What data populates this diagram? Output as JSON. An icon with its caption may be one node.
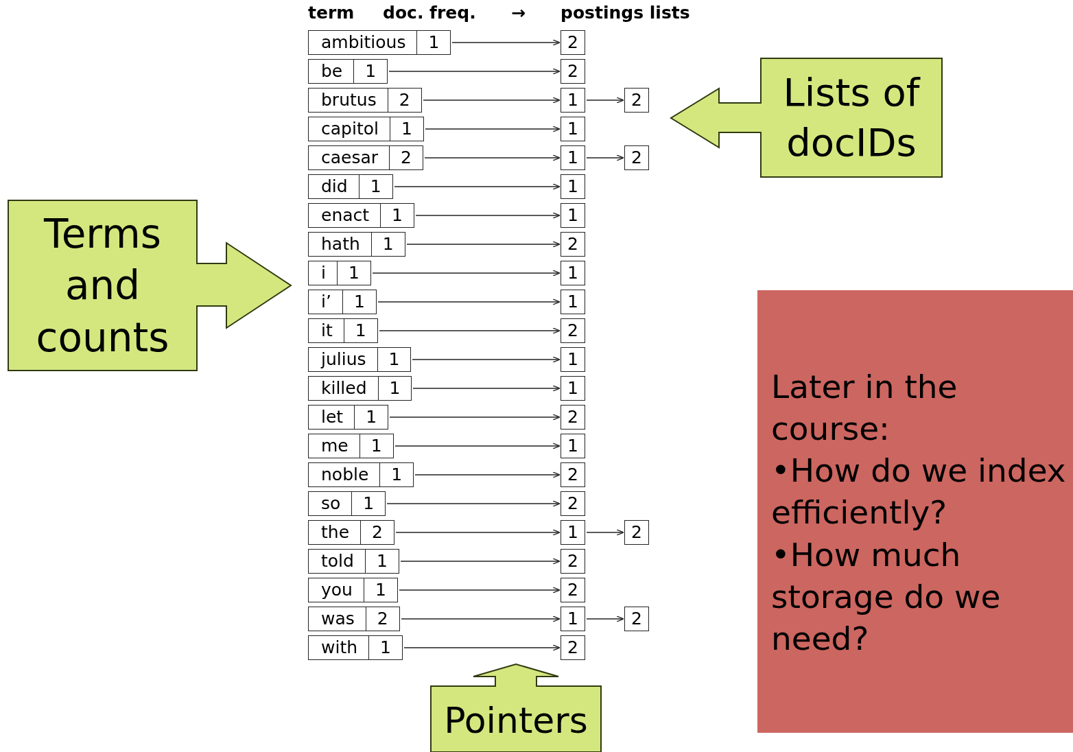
{
  "diagram": {
    "nodes": [
      {
        "text": [
          "ambitious",
          "1"
        ]
      },
      {
        "text": [
          "2"
        ]
      },
      {
        "text": [
          "be",
          "1"
        ]
      },
      {
        "text": [
          "2"
        ]
      },
      {
        "text": [
          "brutus",
          "2"
        ]
      },
      {
        "text": [
          "1"
        ]
      },
      {
        "text": [
          "2"
        ]
      },
      {
        "text": [
          "capitol",
          "1"
        ]
      },
      {
        "text": [
          "1"
        ]
      },
      {
        "text": [
          "caesar",
          "2"
        ]
      },
      {
        "text": [
          "1"
        ]
      },
      {
        "text": [
          "2"
        ]
      },
      {
        "text": [
          "did",
          "1"
        ]
      },
      {
        "text": [
          "1"
        ]
      },
      {
        "text": [
          "enact",
          "1"
        ]
      },
      {
        "text": [
          "1"
        ]
      },
      {
        "text": [
          "hath",
          "1"
        ]
      },
      {
        "text": [
          "2"
        ]
      },
      {
        "text": [
          "i",
          "1"
        ]
      },
      {
        "text": [
          "1"
        ]
      },
      {
        "text": [
          "i’",
          "1"
        ]
      },
      {
        "text": [
          "1"
        ]
      },
      {
        "text": [
          "it",
          "1"
        ]
      },
      {
        "text": [
          "2"
        ]
      },
      {
        "text": [
          "julius",
          "1"
        ]
      },
      {
        "text": [
          "1"
        ]
      },
      {
        "text": [
          "killed",
          "1"
        ]
      },
      {
        "text": [
          "1"
        ]
      },
      {
        "text": [
          "let",
          "1"
        ]
      },
      {
        "text": [
          "2"
        ]
      },
      {
        "text": [
          "me",
          "1"
        ]
      },
      {
        "text": [
          "1"
        ]
      },
      {
        "text": [
          "noble",
          "1"
        ]
      },
      {
        "text": [
          "2"
        ]
      },
      {
        "text": [
          "so",
          "1"
        ]
      },
      {
        "text": [
          "2"
        ]
      },
      {
        "text": [
          "the",
          "2"
        ]
      },
      {
        "text": [
          "1"
        ]
      },
      {
        "text": [
          "2"
        ]
      },
      {
        "text": [
          "told",
          "1"
        ]
      },
      {
        "text": [
          "2"
        ]
      },
      {
        "text": [
          "you",
          "1"
        ]
      },
      {
        "text": [
          "2"
        ]
      },
      {
        "text": [
          "was",
          "2"
        ]
      },
      {
        "text": [
          "1"
        ]
      },
      {
        "text": [
          "2"
        ]
      },
      {
        "text": [
          "with",
          "1"
        ]
      },
      {
        "text": [
          "2"
        ]
      },
      {
        "text": [
          "Terms and counts"
        ]
      },
      {
        "text": [
          "Lists of docIDs"
        ]
      },
      {
        "text": [
          "Pointers"
        ]
      },
      {
        "text": [
          "Later in the course:",
          "•How do we index efficiently?",
          "•How much storage do we need?"
        ]
      }
    ],
    "edges": [
      {
        "from": 0,
        "to": 1,
        "arrow": "to"
      },
      {
        "from": 2,
        "to": 3,
        "arrow": "to"
      },
      {
        "from": 4,
        "to": 5,
        "arrow": "to"
      },
      {
        "from": 5,
        "to": 6,
        "arrow": "to"
      },
      {
        "from": 7,
        "to": 8,
        "arrow": "to"
      },
      {
        "from": 9,
        "to": 10,
        "arrow": "to"
      },
      {
        "from": 10,
        "to": 11,
        "arrow": "to"
      },
      {
        "from": 12,
        "to": 13,
        "arrow": "to"
      },
      {
        "from": 14,
        "to": 15,
        "arrow": "to"
      },
      {
        "from": 16,
        "to": 17,
        "arrow": "to"
      },
      {
        "from": 18,
        "to": 19,
        "arrow": "to"
      },
      {
        "from": 20,
        "to": 21,
        "arrow": "to"
      },
      {
        "from": 22,
        "to": 23,
        "arrow": "to"
      },
      {
        "from": 24,
        "to": 25,
        "arrow": "to"
      },
      {
        "from": 26,
        "to": 27,
        "arrow": "to"
      },
      {
        "from": 28,
        "to": 29,
        "arrow": "to"
      },
      {
        "from": 30,
        "to": 31,
        "arrow": "to"
      },
      {
        "from": 32,
        "to": 33,
        "arrow": "to"
      },
      {
        "from": 34,
        "to": 35,
        "arrow": "to"
      },
      {
        "from": 36,
        "to": 37,
        "arrow": "to"
      },
      {
        "from": 37,
        "to": 38,
        "arrow": "to"
      },
      {
        "from": 39,
        "to": 40,
        "arrow": "to"
      },
      {
        "from": 41,
        "to": 42,
        "arrow": "to"
      },
      {
        "from": 43,
        "to": 44,
        "arrow": "to"
      },
      {
        "from": 44,
        "to": 45,
        "arrow": "to"
      },
      {
        "from": 46,
        "to": 47,
        "arrow": "to"
      }
    ],
    "labels": [
      "term",
      "doc. freq.",
      "→",
      "postings lists"
    ]
  }
}
